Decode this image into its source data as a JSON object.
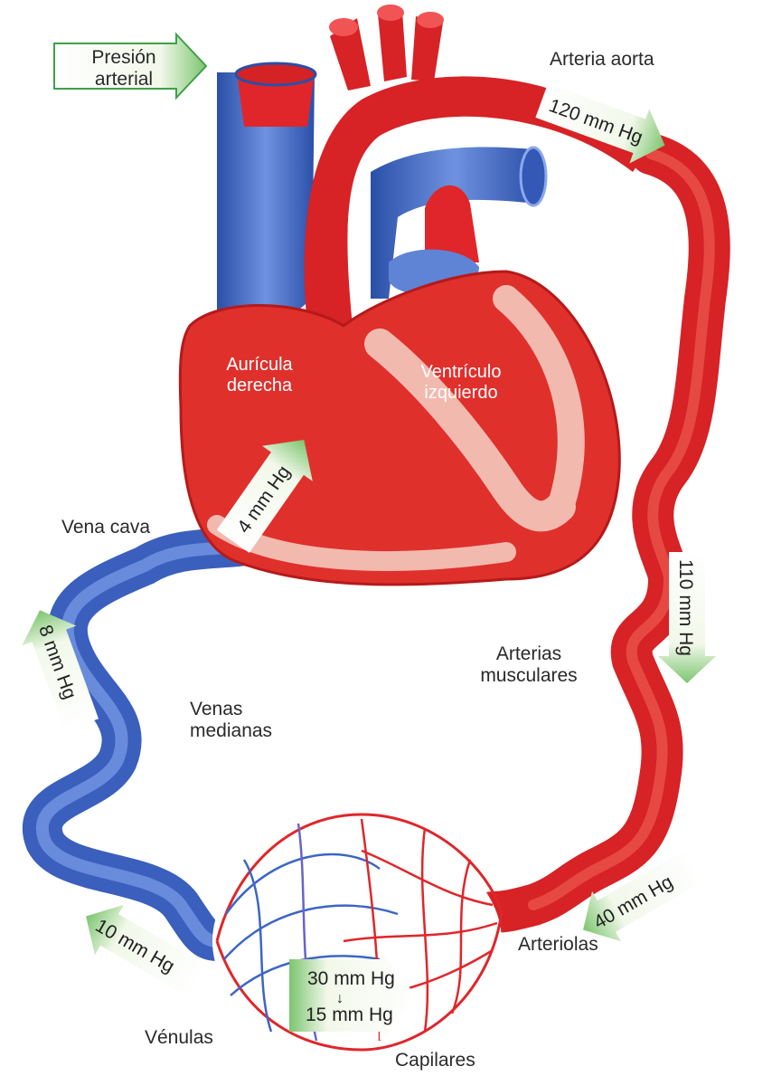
{
  "title": {
    "line1": "Presión",
    "line2": "arterial"
  },
  "heart": {
    "atrium": {
      "line1": "Aurícula",
      "line2": "derecha"
    },
    "ventricle": {
      "line1": "Ventrículo",
      "line2": "izquierdo"
    }
  },
  "vessels": {
    "aorta": "Arteria aorta",
    "vena_cava": "Vena cava",
    "muscular_arteries": {
      "line1": "Arterias",
      "line2": "musculares"
    },
    "median_veins": {
      "line1": "Venas",
      "line2": "medianas"
    },
    "arterioles": "Arteriolas",
    "venules": "Vénulas",
    "capillaries": "Capilares"
  },
  "pressures": {
    "aorta": "120 mm Hg",
    "muscular": "110 mm Hg",
    "arterioles": "40 mm Hg",
    "capillary_in": "30 mm Hg",
    "capillary_out": "15 mm Hg",
    "venules": "10 mm Hg",
    "veins": "8 mm Hg",
    "atrium": "4 mm Hg"
  },
  "colors": {
    "artery": "#e0262a",
    "vein": "#3c66c4",
    "arrow_fill": "#f4f9ee",
    "arrow_edge": "#3fa04a"
  }
}
